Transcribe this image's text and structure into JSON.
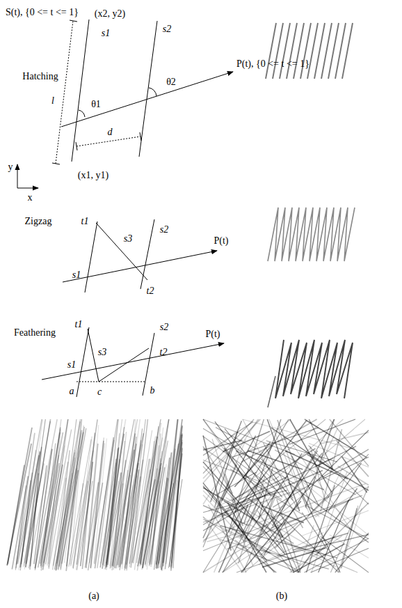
{
  "diagram": {
    "labels": [
      "S(t), {0 <= t <= 1}",
      "(x2, y2)",
      "s1",
      "s2",
      "Hatching",
      "l",
      "θ1",
      "θ2",
      "P(t), {0 <= t <= 1}",
      "d",
      "(x1, y1)",
      "y",
      "x",
      "Zigzag",
      "t1",
      "s3",
      "s2",
      "P(t)",
      "t2",
      "s1",
      "Feathering",
      "t1",
      "s1",
      "s3",
      "s2",
      "t2",
      "P(t)",
      "a",
      "c",
      "b",
      "(a)",
      "(b)"
    ]
  }
}
